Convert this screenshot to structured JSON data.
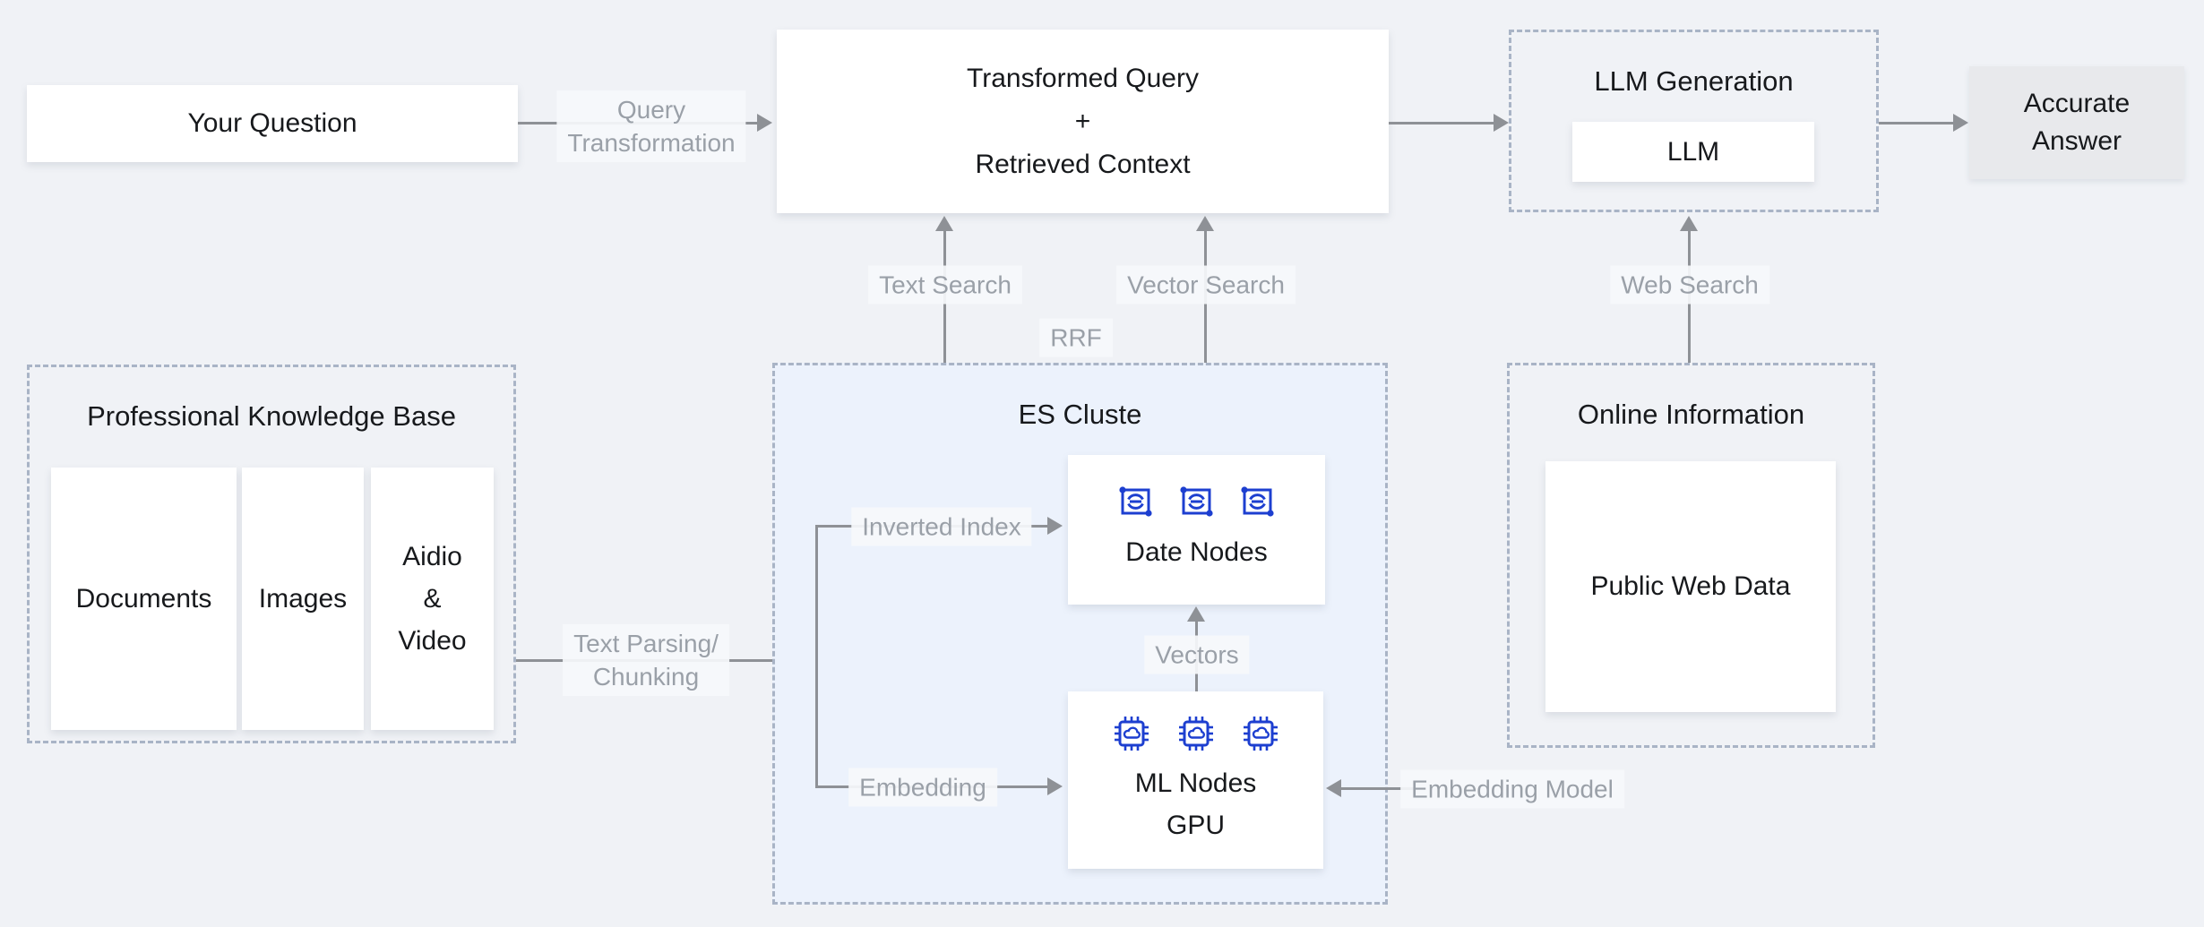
{
  "diagram_title": "RAG question answering pipeline",
  "nodes": {
    "your_question": "Your Question",
    "transformed_query_lines": [
      "Transformed Query",
      "+",
      "Retrieved Context"
    ],
    "llm_generation_title": "LLM Generation",
    "llm": "LLM",
    "accurate_answer": "Accurate\nAnswer"
  },
  "labels": {
    "query_transformation": "Query\nTransformation",
    "text_search": "Text Search",
    "vector_search": "Vector Search",
    "rrf": "RRF",
    "web_search": "Web Search",
    "text_parsing": "Text Parsing/\nChunking",
    "inverted_index": "Inverted Index",
    "embedding": "Embedding",
    "vectors": "Vectors",
    "embedding_model": "Embedding Model"
  },
  "knowledge_base": {
    "title": "Professional Knowledge Base",
    "items": [
      "Documents",
      "Images",
      "Aidio\n&\nVideo"
    ]
  },
  "es_cluster": {
    "title": "ES Cluste",
    "data_nodes_label": "Date Nodes",
    "ml_nodes_label": "ML Nodes\nGPU"
  },
  "online_information": {
    "title": "Online Information",
    "inner": "Public Web Data"
  },
  "icons": {
    "data_node": "database-sync-icon",
    "ml_node": "gpu-chip-cloud-icon"
  },
  "colors": {
    "background": "#f0f2f6",
    "es_cluster_fill": "#ecf2fc",
    "dashed_border": "#a9b4c6",
    "arrow_gray": "#8e9196",
    "label_gray_text": "#9aa0a8",
    "icon_blue": "#1d3fd0",
    "answer_fill": "#e8e9ec",
    "node_text": "#17191c"
  }
}
